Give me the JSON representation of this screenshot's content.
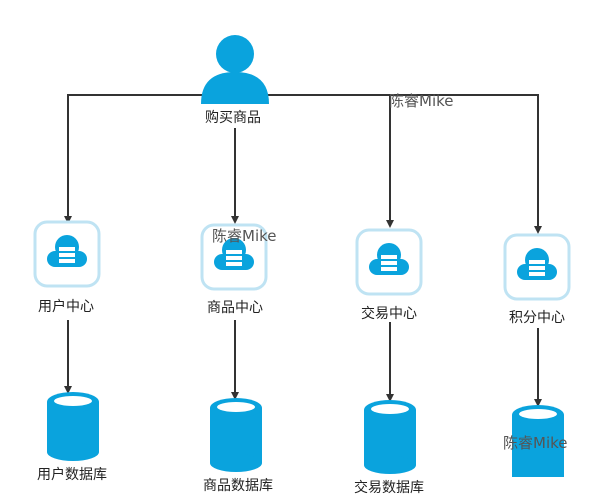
{
  "user": {
    "label": "购买商品",
    "icon": "user-icon"
  },
  "services": [
    {
      "label": "用户中心",
      "icon": "cloud-server-icon"
    },
    {
      "label": "商品中心",
      "icon": "cloud-server-icon"
    },
    {
      "label": "交易中心",
      "icon": "cloud-server-icon"
    },
    {
      "label": "积分中心",
      "icon": "cloud-server-icon"
    }
  ],
  "databases": [
    {
      "label": "用户数据库",
      "icon": "database-icon"
    },
    {
      "label": "商品数据库",
      "icon": "database-icon"
    },
    {
      "label": "交易数据库",
      "icon": "database-icon"
    },
    {
      "label": "",
      "icon": "database-icon"
    }
  ],
  "watermarks": [
    "陈睿Mike",
    "陈睿Mike",
    "陈睿Mike"
  ],
  "colors": {
    "accent": "#0aa3dd",
    "box_border": "#bfe3f3",
    "line": "#333333",
    "text": "#222222"
  }
}
